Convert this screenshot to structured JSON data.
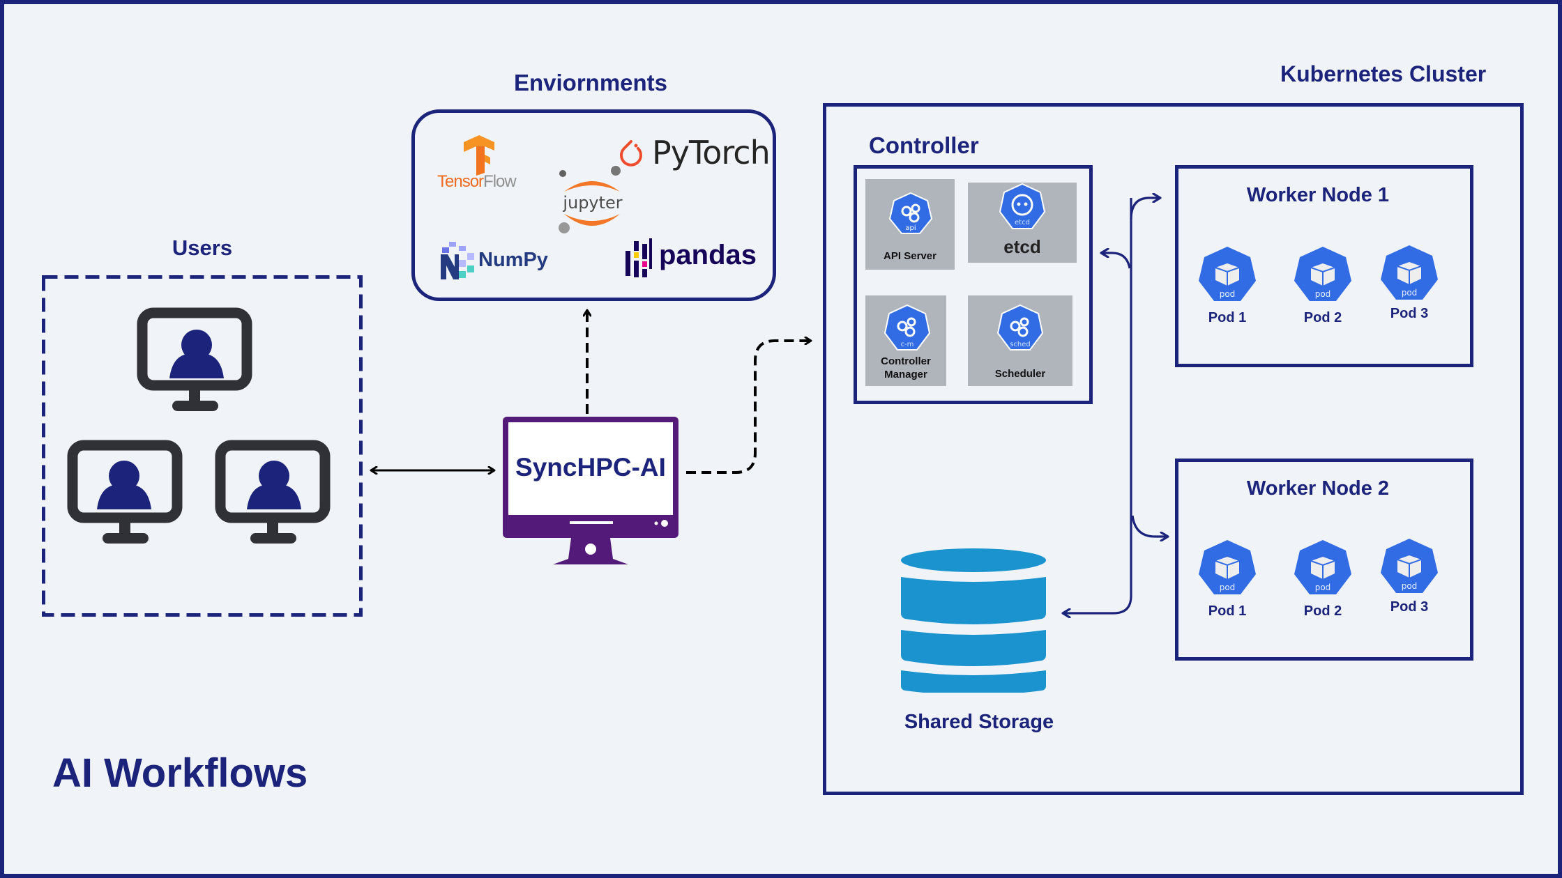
{
  "diagram_title": "AI Workflows",
  "colors": {
    "navy": "#1c237b",
    "purple": "#541a7a",
    "k8s_blue": "#326ce5",
    "storage_blue": "#1a93cf",
    "monitor_dark": "#2f3136",
    "tile_gray": "#b0b4bb",
    "background": "#f0f4f8"
  },
  "users": {
    "label": "Users",
    "monitors": [
      {
        "icon": "user-monitor-icon"
      },
      {
        "icon": "user-monitor-icon"
      },
      {
        "icon": "user-monitor-icon"
      }
    ]
  },
  "environments": {
    "label": "Enviornments",
    "logos": [
      {
        "name": "TensorFlow",
        "part1": "Tensor",
        "part2": "Flow"
      },
      {
        "name": "jupyter"
      },
      {
        "name": "PyTorch"
      },
      {
        "name": "NumPy"
      },
      {
        "name": "pandas"
      }
    ]
  },
  "synchpc": {
    "label": "SyncHPC-AI"
  },
  "cluster": {
    "label": "Kubernetes Cluster",
    "controller": {
      "label": "Controller",
      "components": [
        {
          "badge": "api",
          "label": "API Server"
        },
        {
          "badge": "etcd",
          "label": "etcd"
        },
        {
          "badge": "c-m",
          "label_line1": "Controller",
          "label_line2": "Manager"
        },
        {
          "badge": "sched",
          "label": "Scheduler"
        }
      ]
    },
    "worker_nodes": [
      {
        "label": "Worker Node 1",
        "pods": [
          {
            "badge": "pod",
            "label": "Pod 1"
          },
          {
            "badge": "pod",
            "label": "Pod 2"
          },
          {
            "badge": "pod",
            "label": "Pod 3"
          }
        ]
      },
      {
        "label": "Worker Node 2",
        "pods": [
          {
            "badge": "pod",
            "label": "Pod 1"
          },
          {
            "badge": "pod",
            "label": "Pod 2"
          },
          {
            "badge": "pod",
            "label": "Pod 3"
          }
        ]
      }
    ],
    "storage": {
      "label": "Shared Storage"
    }
  },
  "connections": [
    {
      "from": "Users",
      "to": "SyncHPC-AI",
      "style": "solid",
      "direction": "both"
    },
    {
      "from": "SyncHPC-AI",
      "to": "Enviornments",
      "style": "dashed",
      "direction": "forward"
    },
    {
      "from": "SyncHPC-AI",
      "to": "Kubernetes Cluster",
      "style": "dashed",
      "direction": "forward"
    },
    {
      "from": "Bus",
      "to": "Controller",
      "style": "solid",
      "direction": "forward"
    },
    {
      "from": "Bus",
      "to": "Worker Node 1",
      "style": "solid",
      "direction": "forward"
    },
    {
      "from": "Bus",
      "to": "Worker Node 2",
      "style": "solid",
      "direction": "forward"
    },
    {
      "from": "Bus",
      "to": "Shared Storage",
      "style": "solid",
      "direction": "forward"
    }
  ]
}
